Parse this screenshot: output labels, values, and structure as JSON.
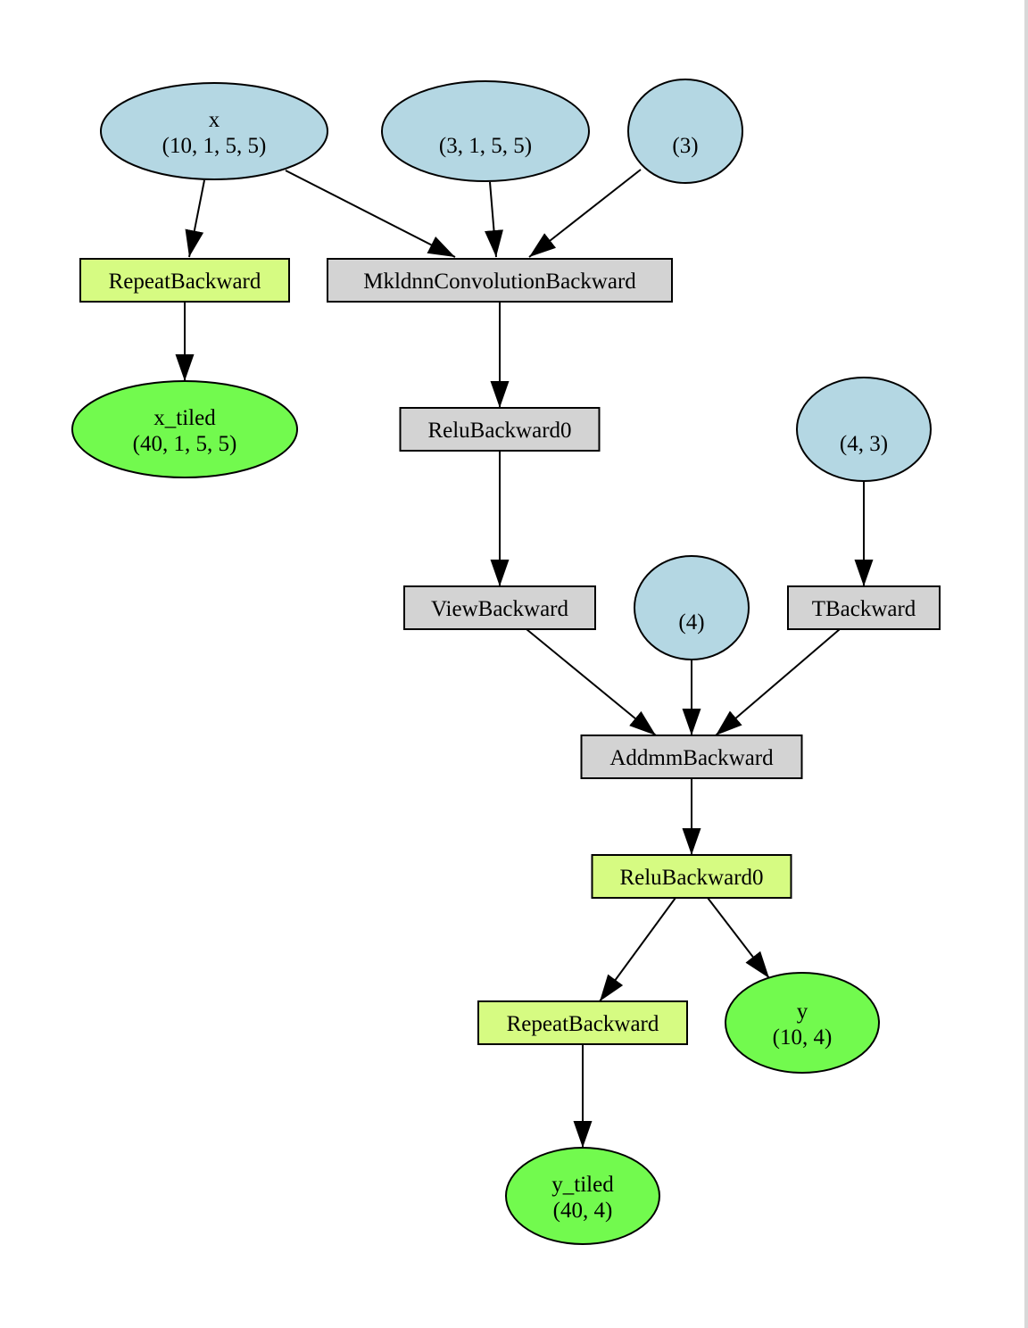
{
  "colors": {
    "leaf": "#b4d7e3",
    "output": "#72fa4e",
    "highlight": "#d6fb82",
    "op": "#d3d3d3",
    "stroke": "#000000"
  },
  "nodes": [
    {
      "id": "x",
      "shape": "ellipse",
      "kind": "leaf",
      "lines": [
        "x",
        "(10, 1, 5, 5)"
      ]
    },
    {
      "id": "w",
      "shape": "ellipse",
      "kind": "leaf",
      "lines": [
        "",
        "(3, 1, 5, 5)"
      ]
    },
    {
      "id": "b",
      "shape": "ellipse",
      "kind": "leaf",
      "lines": [
        "",
        "(3)"
      ]
    },
    {
      "id": "rep1",
      "shape": "box",
      "kind": "highlight",
      "lines": [
        "RepeatBackward"
      ]
    },
    {
      "id": "conv",
      "shape": "box",
      "kind": "op",
      "lines": [
        "MkldnnConvolutionBackward"
      ]
    },
    {
      "id": "xt",
      "shape": "ellipse",
      "kind": "output",
      "lines": [
        "x_tiled",
        "(40, 1, 5, 5)"
      ]
    },
    {
      "id": "relu1",
      "shape": "box",
      "kind": "op",
      "lines": [
        "ReluBackward0"
      ]
    },
    {
      "id": "w2",
      "shape": "ellipse",
      "kind": "leaf",
      "lines": [
        "",
        "(4, 3)"
      ]
    },
    {
      "id": "view",
      "shape": "box",
      "kind": "op",
      "lines": [
        "ViewBackward"
      ]
    },
    {
      "id": "b2",
      "shape": "ellipse",
      "kind": "leaf",
      "lines": [
        "",
        "(4)"
      ]
    },
    {
      "id": "t",
      "shape": "box",
      "kind": "op",
      "lines": [
        "TBackward"
      ]
    },
    {
      "id": "addmm",
      "shape": "box",
      "kind": "op",
      "lines": [
        "AddmmBackward"
      ]
    },
    {
      "id": "relu2",
      "shape": "box",
      "kind": "highlight",
      "lines": [
        "ReluBackward0"
      ]
    },
    {
      "id": "rep2",
      "shape": "box",
      "kind": "highlight",
      "lines": [
        "RepeatBackward"
      ]
    },
    {
      "id": "y",
      "shape": "ellipse",
      "kind": "output",
      "lines": [
        "y",
        "(10, 4)"
      ]
    },
    {
      "id": "yt",
      "shape": "ellipse",
      "kind": "output",
      "lines": [
        "y_tiled",
        "(40, 4)"
      ]
    }
  ],
  "edges": [
    [
      "x",
      "rep1"
    ],
    [
      "x",
      "conv"
    ],
    [
      "w",
      "conv"
    ],
    [
      "b",
      "conv"
    ],
    [
      "rep1",
      "xt"
    ],
    [
      "conv",
      "relu1"
    ],
    [
      "relu1",
      "view"
    ],
    [
      "w2",
      "t"
    ],
    [
      "view",
      "addmm"
    ],
    [
      "b2",
      "addmm"
    ],
    [
      "t",
      "addmm"
    ],
    [
      "addmm",
      "relu2"
    ],
    [
      "relu2",
      "rep2"
    ],
    [
      "relu2",
      "y"
    ],
    [
      "rep2",
      "yt"
    ]
  ]
}
